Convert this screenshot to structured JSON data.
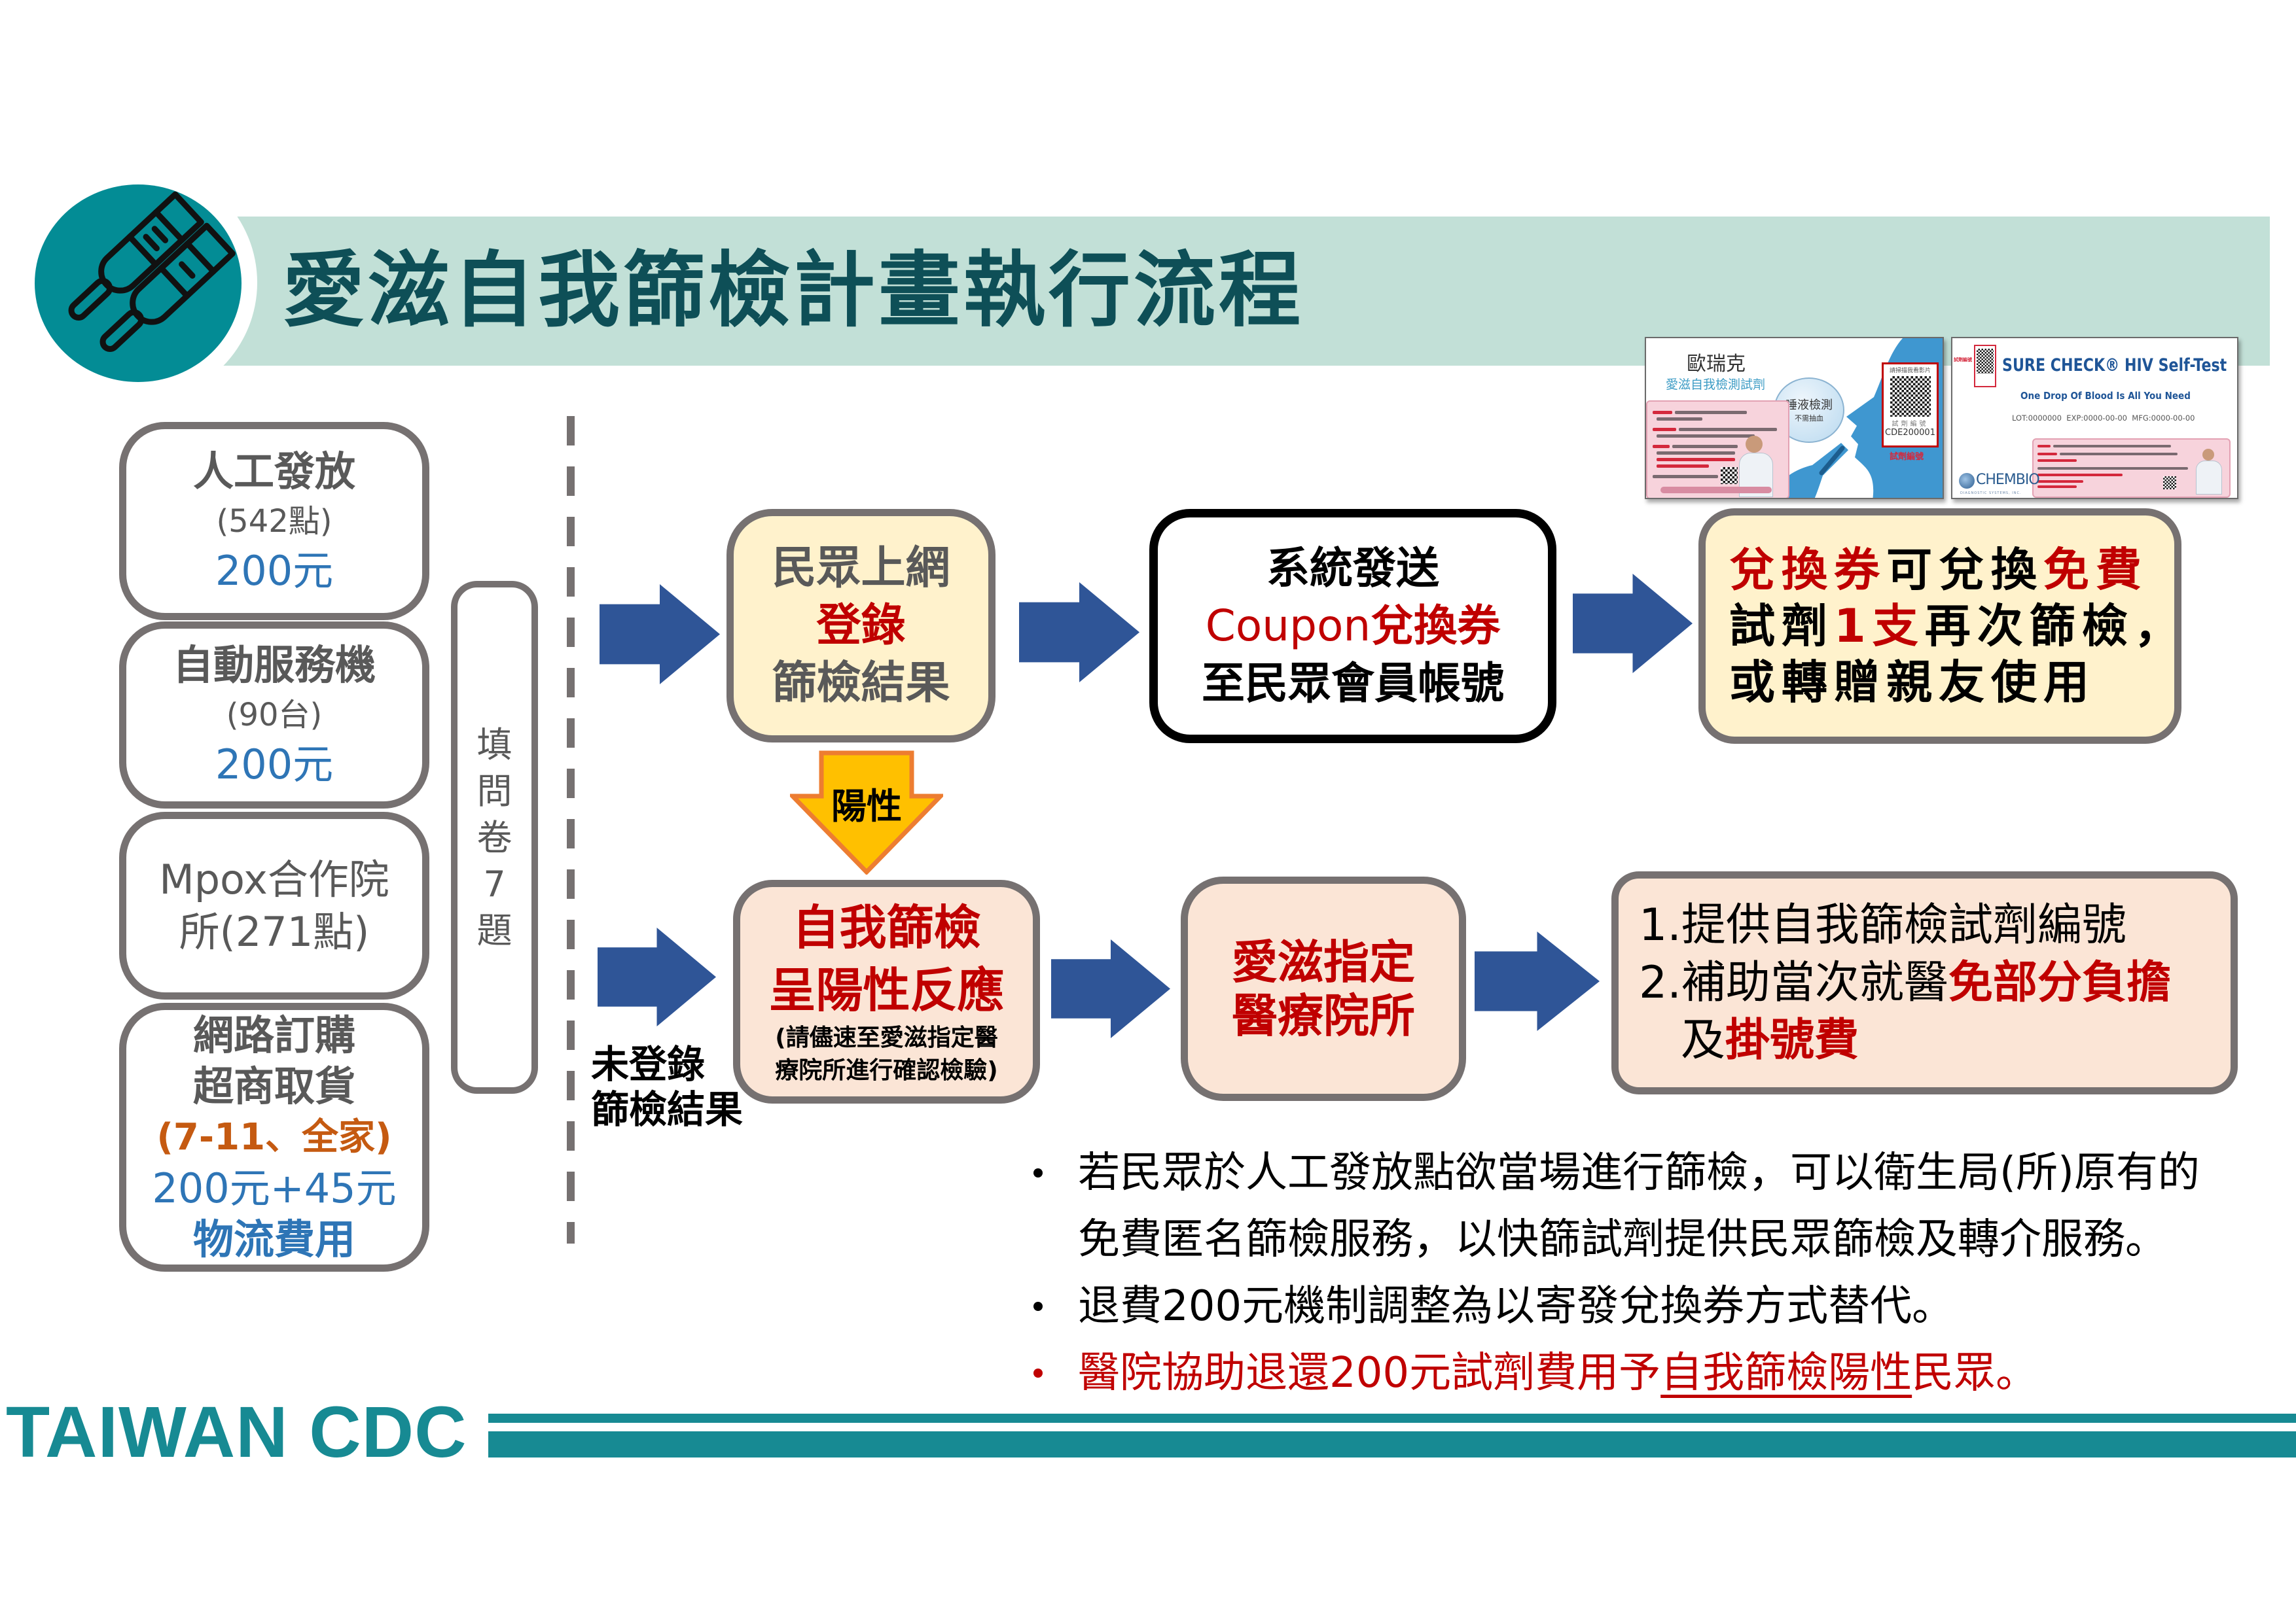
{
  "header": {
    "title": "愛滋自我篩檢計畫執行流程",
    "icon": "test-strips-icon"
  },
  "channels": {
    "manual": {
      "name": "人工發放",
      "detail": "(542點)",
      "price": "200元"
    },
    "kiosk": {
      "name": "自動服務機",
      "detail": "(90台)",
      "price": "200元"
    },
    "mpox": {
      "line1": "Mpox合作院",
      "line2": "所(271點)"
    },
    "online": {
      "line1": "網路訂購",
      "line2": "超商取貨",
      "stores": "(7-11、全家)",
      "price": "200元+45元",
      "price_note": "物流費用"
    }
  },
  "questionnaire": {
    "chars": [
      "填",
      "問",
      "卷",
      "7",
      "題"
    ]
  },
  "flow": {
    "register": {
      "line1": "民眾上網",
      "line2": "登錄",
      "line3": "篩檢結果"
    },
    "system": {
      "line1": "系統發送",
      "line2_latin": "Coupon",
      "line2_cjk": "兌換券",
      "line3": "至民眾會員帳號"
    },
    "voucher": {
      "l1a": "兌換券",
      "l1b": "可兌換",
      "l1c": "免費",
      "l2a": "試劑",
      "l2b": "1支",
      "l2c": "再次篩檢，",
      "l3": "或轉贈親友使用"
    },
    "positive_arrow_label": "陽性",
    "unregistered": {
      "line1": "未登錄",
      "line2": "篩檢結果"
    },
    "positive": {
      "line1": "自我篩檢",
      "line2": "呈陽性反應",
      "note1": "(請儘速至愛滋指定醫",
      "note2": "療院所進行確認檢驗)"
    },
    "hospital": {
      "line1": "愛滋指定",
      "line2": "醫療院所"
    },
    "benefits": {
      "item1": "1.提供自我篩檢試劑編號",
      "item2a": "2.補助當次就醫",
      "item2b": "免部分負擔",
      "item3a": "及",
      "item3b": "掛號費"
    }
  },
  "notes": {
    "bullet1_line1": "若民眾於人工發放點欲當場進行篩檢，可以衛生局(所)原有的",
    "bullet1_line2": "免費匿名篩檢服務，以快篩試劑提供民眾篩檢及轉介服務。",
    "bullet2": "退費200元機制調整為以寄發兌換券方式替代。",
    "bullet3a": "醫院協助退還200元試劑費用予",
    "bullet3b": "自我篩檢陽性",
    "bullet3c": "民眾。"
  },
  "product_cards": {
    "oraquick": {
      "brand": "歐瑞克",
      "subtitle": "愛滋自我檢測試劑",
      "bubble_title": "唾液檢測",
      "bubble_sub": "不需抽血",
      "qr_caption": "請掃描我看影片",
      "qr_label": "試劑編號",
      "serial": "CDE200001",
      "serial_caption": "試劑編號"
    },
    "surecheck": {
      "qr_tag": "試劑編號",
      "title": "SURE CHECK® HIV Self-Test",
      "tagline": "One Drop Of Blood Is All You Need",
      "lot_line": "LOT:0000000  EXP:0000-00-00  MFG:0000-00-00",
      "maker": "CHEMBIO",
      "maker_sub": "DIAGNOSTIC SYSTEMS, INC."
    }
  },
  "footer": {
    "logo_text": "TAIWAN CDC"
  },
  "colors": {
    "title": "#0e4f57",
    "header_band": "#c2e0d7",
    "icon_circle": "#038c95",
    "arrow_blue": "#2f5597",
    "emphasis_red": "#c00000",
    "price_blue": "#2e75b6",
    "store_orange": "#c55a11",
    "box_border": "#767171",
    "cream_fill": "#fff2cc",
    "peach_fill": "#fbe5d6",
    "positive_arrow_fill": "#ffc000",
    "positive_arrow_border": "#ed7d31",
    "footer_teal": "#178a93"
  }
}
